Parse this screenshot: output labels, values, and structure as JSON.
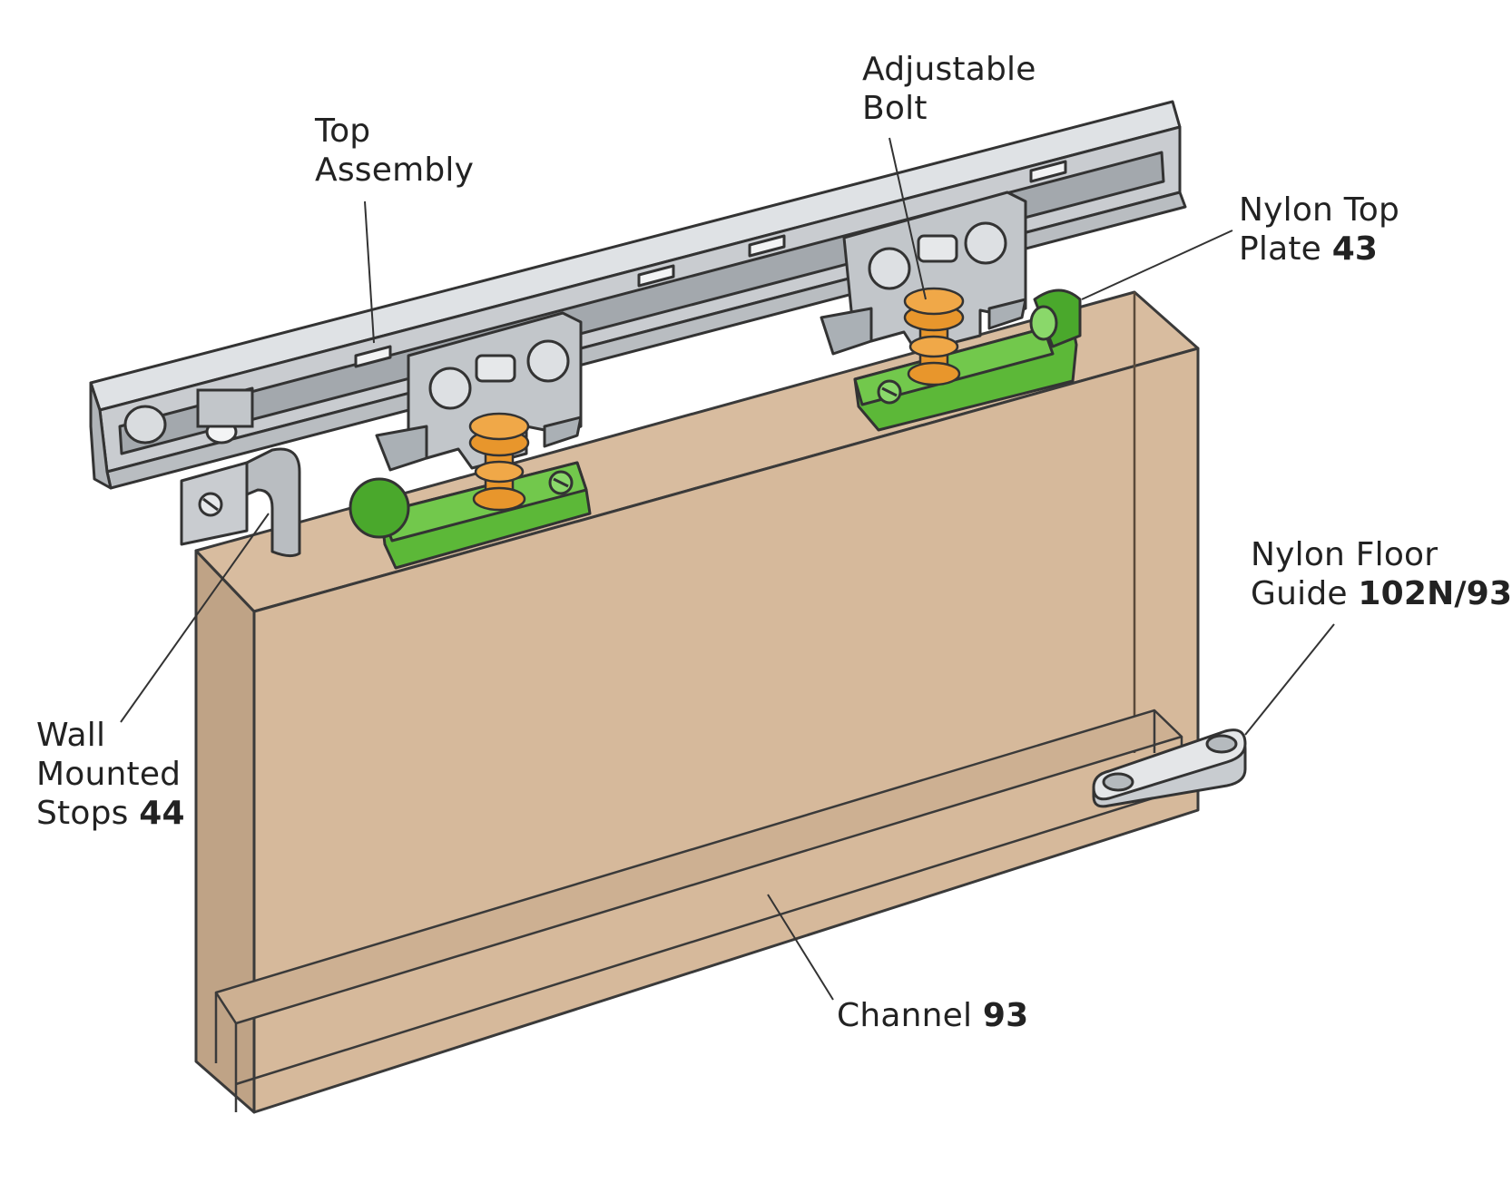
{
  "labels": {
    "top_assembly": {
      "line1": "Top",
      "line2": "Assembly"
    },
    "adjustable_bolt": {
      "line1": "Adjustable",
      "line2": "Bolt"
    },
    "nylon_top_plate": {
      "line1": "Nylon Top",
      "line2": "Plate ",
      "code": "43"
    },
    "nylon_floor_guide": {
      "line1": "Nylon Floor",
      "line2": "Guide ",
      "code": "102N/93"
    },
    "wall_mounted_stops": {
      "line1": "Wall",
      "line2": "Mounted",
      "line3": "Stops ",
      "code": "44"
    },
    "channel": {
      "line1": "Channel ",
      "code": "93"
    }
  },
  "colors": {
    "door_face": "#d6b99b",
    "door_edge": "#bfa386",
    "track": "#c9ccd0",
    "track_dark": "#9ea3a8",
    "hanger": "#c2c6ca",
    "green_plate": "#5cb838",
    "bolt": "#e8962c",
    "outline": "#333333"
  }
}
